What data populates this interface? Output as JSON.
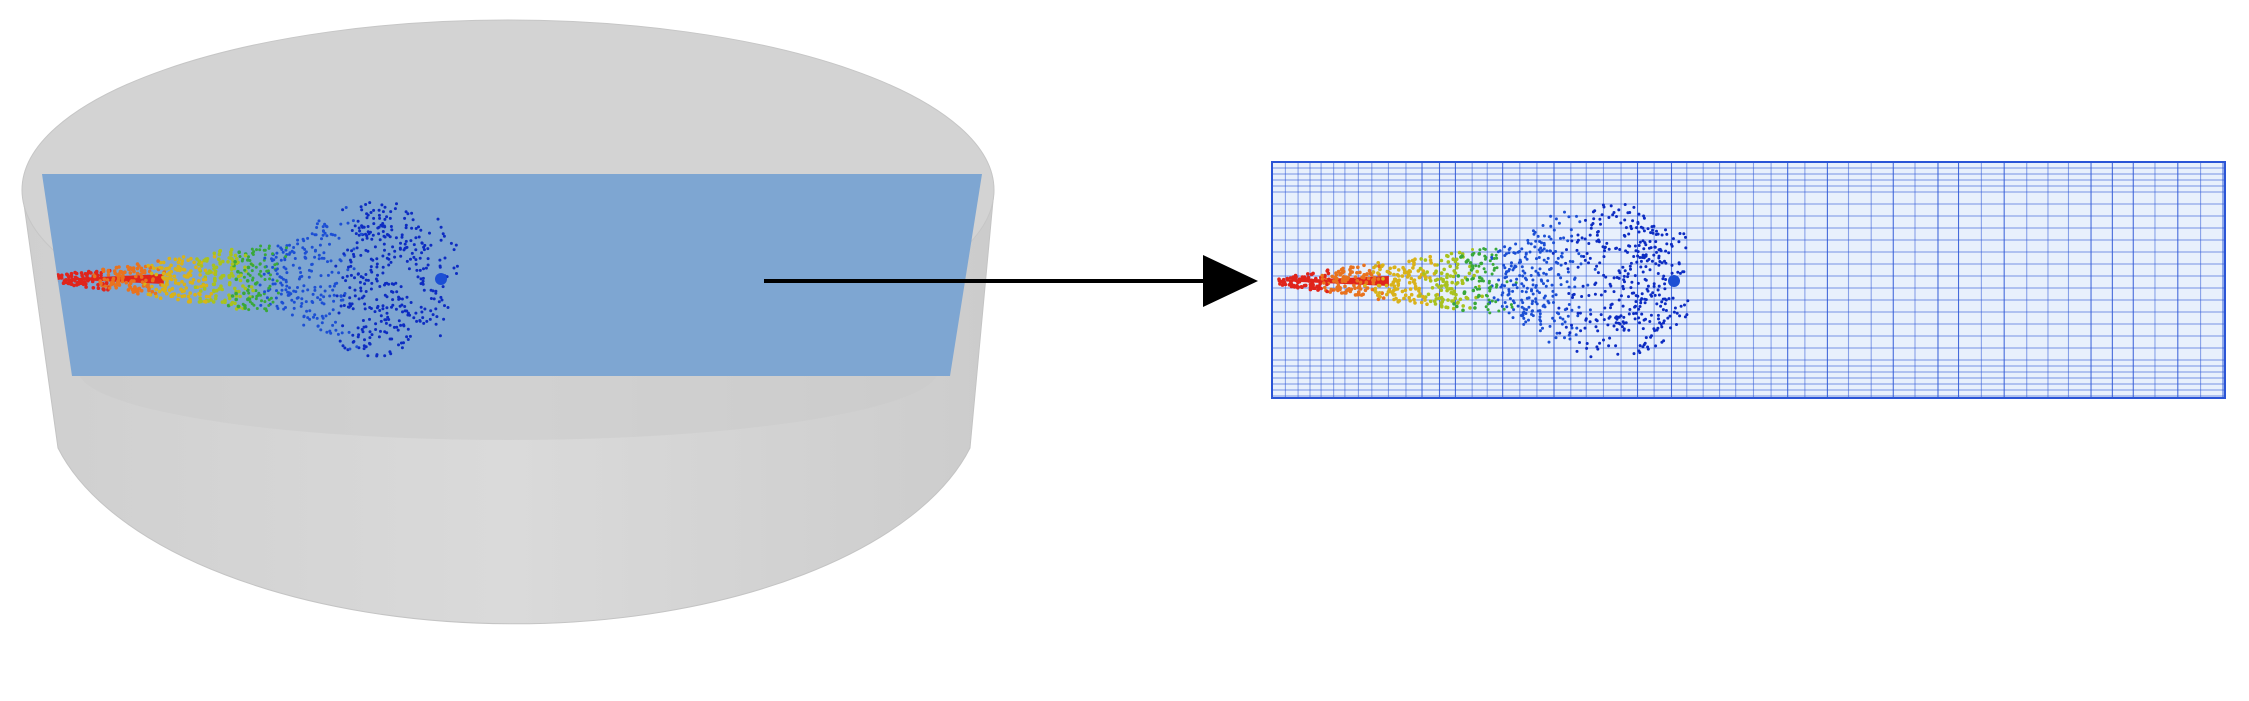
{
  "figure": {
    "left_panel": {
      "subject": "cylindrical-vessel-with-spray-cut-plane",
      "vessel_color": "#d3d3d3",
      "vessel_edge_color": "#bdbdbd",
      "plane_color": "#7ea6d2"
    },
    "right_panel": {
      "subject": "meshed-2d-domain-with-spray",
      "background_color": "#e8f0fc",
      "grid_line_color": "#2b55d6"
    },
    "arrow": {
      "color": "#000000",
      "direction": "left-to-right"
    },
    "spray": {
      "particle_colors": [
        "#e0241b",
        "#e8731f",
        "#d9b21a",
        "#a9c21f",
        "#39a83a",
        "#1c4fd4",
        "#0d2cc2"
      ],
      "direction": "left-to-right"
    }
  }
}
